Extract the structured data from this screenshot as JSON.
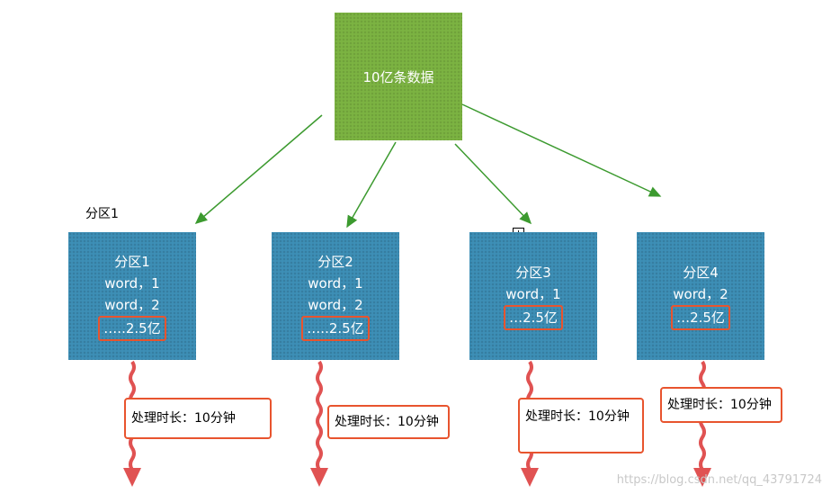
{
  "source": {
    "label": "10亿条数据",
    "color": "#7cb342"
  },
  "outside_label": "分区1",
  "partitions": [
    {
      "title": "分区1",
      "lines": [
        "word，1",
        "word，2"
      ],
      "highlight": "…..2.5亿"
    },
    {
      "title": "分区2",
      "lines": [
        "word，1",
        "word，2"
      ],
      "highlight": "…..2.5亿"
    },
    {
      "title": "分区3",
      "lines": [
        "word，1"
      ],
      "highlight": "…2.5亿"
    },
    {
      "title": "分区4",
      "lines": [
        "word，2"
      ],
      "highlight": "…2.5亿"
    }
  ],
  "durations": [
    "处理时长：10分钟",
    "处理时长：10分钟",
    "处理时长：10分钟",
    "处理时长：10分钟"
  ],
  "colors": {
    "partition": "#3d8fb6",
    "arrow_green": "#3c9a2f",
    "arrow_red": "#e05252",
    "highlight_border": "#e8542e"
  },
  "watermark": "https://blog.csdn.net/qq_43791724",
  "plus_icon": "plus-box-icon"
}
